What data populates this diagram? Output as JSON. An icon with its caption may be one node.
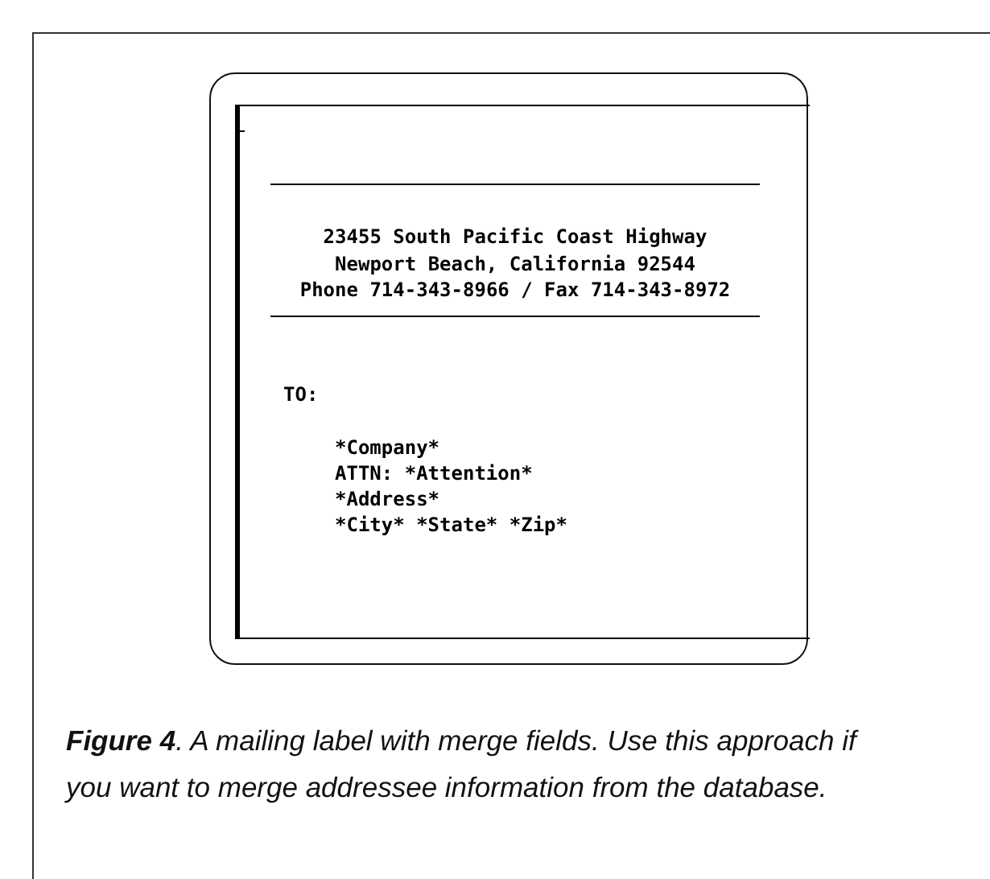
{
  "diagram": {
    "caption": "**Figure 4**. A mailing label with merge fields. Use this approach if you want to merge addressee information from the database.",
    "labels": [
      "23455 South Pacific Coast Highway",
      "Newport Beach, California 92544",
      "Phone 714-343-8966 / Fax 714-343-8972",
      "TO:",
      "*Company*",
      "ATTN: *Attention*",
      "*Address*",
      "*City* *State* *Zip*"
    ]
  }
}
